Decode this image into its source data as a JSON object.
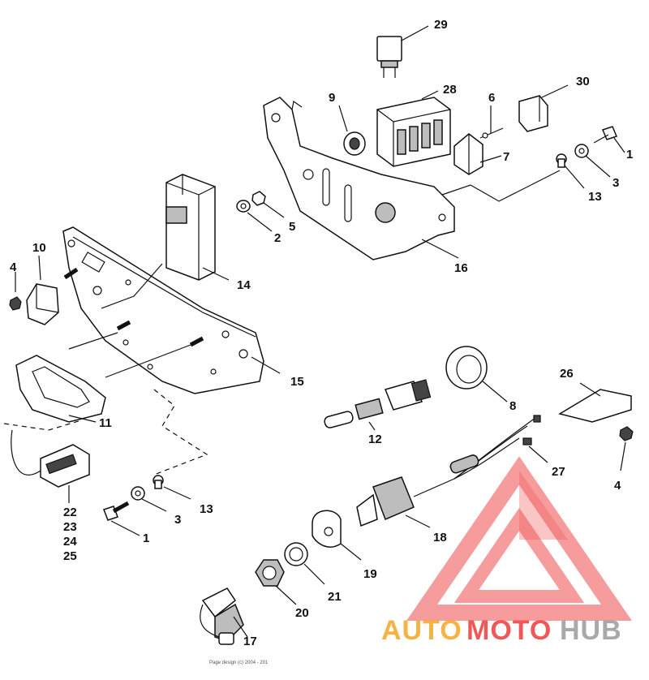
{
  "callouts": {
    "c1a": "1",
    "c1b": "1",
    "c2a": "2",
    "c3a": "3",
    "c3b": "3",
    "c4a": "4",
    "c4b": "4",
    "c5": "5",
    "c6": "6",
    "c7": "7",
    "c8": "8",
    "c9": "9",
    "c10": "10",
    "c11": "11",
    "c12": "12",
    "c13a": "13",
    "c13b": "13",
    "c14": "14",
    "c15": "15",
    "c16": "16",
    "c17": "17",
    "c18": "18",
    "c19": "19",
    "c20": "20",
    "c21": "21",
    "c22": "22",
    "c23": "23",
    "c24": "24",
    "c25": "25",
    "c26": "26",
    "c27": "27",
    "c28": "28",
    "c29": "29",
    "c30": "30"
  },
  "watermark": {
    "auto": "AUTO",
    "moto": "MOTO",
    "hub": "HUB",
    "colors": {
      "red": "#ec3c3c",
      "orange": "#f5a623",
      "gray": "#9b9b9b"
    }
  },
  "copyright": "Page design (c) 2004 - 201"
}
